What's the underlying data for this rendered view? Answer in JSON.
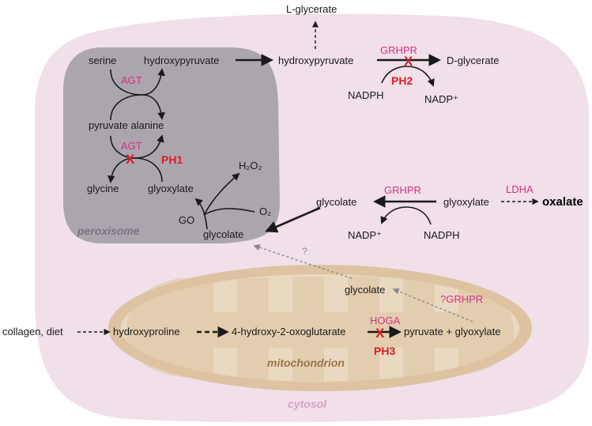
{
  "compartments": {
    "cytosol": "cytosol",
    "peroxisome": "peroxisome",
    "mitochondrion": "mitochondrion"
  },
  "metabolites": {
    "l_glycerate": "L-glycerate",
    "serine": "serine",
    "hydroxypyruvate_perox": "hydroxypyruvate",
    "hydroxypyruvate_cyto": "hydroxypyruvate",
    "d_glycerate": "D-glycerate",
    "nadph_top": "NADPH",
    "nadp_top": "NADP⁺",
    "pyruvate_alanine": "pyruvate alanine",
    "glycine": "glycine",
    "glyoxylate_perox": "glyoxylate",
    "h2o2": "H₂O₂",
    "o2": "O₂",
    "go": "GO",
    "glycolate_perox": "glycolate",
    "glycolate_cyto": "glycolate",
    "glyoxylate_cyto": "glyoxylate",
    "oxalate": "oxalate",
    "nadp_mid": "NADP⁺",
    "nadph_mid": "NADPH",
    "glycolate_mito": "glycolate",
    "collagen_diet": "collagen, diet",
    "hydroxyproline": "hydroxyproline",
    "hog": "4-hydroxy-2-oxoglutarate",
    "pyr_glyox": "pyruvate + glyoxylate"
  },
  "enzymes": {
    "agt_top": "AGT",
    "agt_bottom": "AGT",
    "grhpr_top": "GRHPR",
    "grhpr_mid": "GRHPR",
    "ldha": "LDHA",
    "hoga": "HOGA",
    "grhpr_mito": "?GRHPR"
  },
  "disorders": {
    "ph1": "PH1",
    "ph2": "PH2",
    "ph3": "PH3"
  },
  "markers": {
    "block": "X",
    "unknown": "?"
  },
  "colors": {
    "cytosol": "#f1dfe9",
    "peroxisome": "#aba6ae",
    "mitochondrion_outer": "#ddc3a1",
    "mitochondrion_inner": "#ead9c1",
    "enzyme": "#d4327f",
    "disorder": "#e01b24"
  }
}
